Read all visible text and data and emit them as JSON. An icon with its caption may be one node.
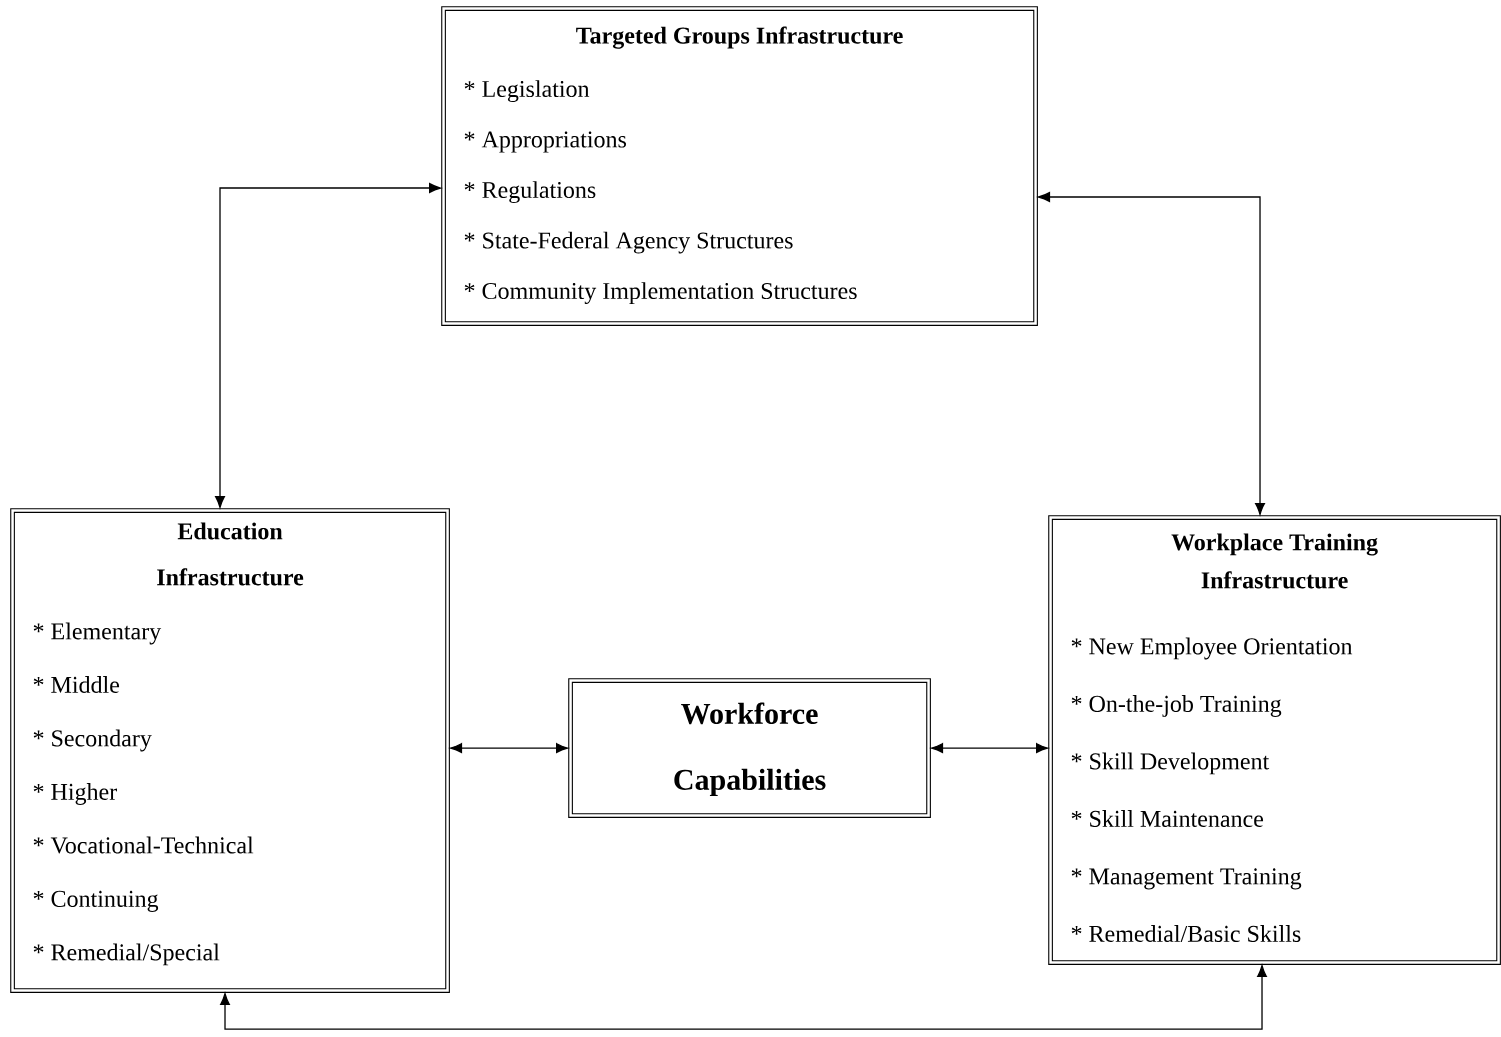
{
  "diagram": {
    "nodes": [
      {
        "text": [
          "Targeted Groups Infrastructure",
          "* Legislation",
          "* Appropriations",
          "* Regulations",
          "* State-Federal Agency Structures",
          "* Community Implementation Structures"
        ]
      },
      {
        "text": [
          "Education Infrastructure",
          "* Elementary",
          "* Middle",
          "* Secondary",
          "* Higher",
          "* Vocational-Technical",
          "* Continuing",
          "* Remedial/Special"
        ]
      },
      {
        "text": [
          "Workforce Capabilities"
        ]
      },
      {
        "text": [
          "Workplace Training Infrastructure",
          "* New Employee Orientation",
          "* On-the-job Training",
          "* Skill Development",
          "* Skill Maintenance",
          "* Management Training",
          "* Remedial/Basic Skills"
        ]
      }
    ],
    "edges": [
      {
        "from": 0,
        "to": 1,
        "arrow": "both"
      },
      {
        "from": 0,
        "to": 3,
        "arrow": "both"
      },
      {
        "from": 1,
        "to": 2,
        "arrow": "both"
      },
      {
        "from": 2,
        "to": 3,
        "arrow": "both"
      },
      {
        "from": 1,
        "to": 3,
        "arrow": "both"
      }
    ]
  }
}
